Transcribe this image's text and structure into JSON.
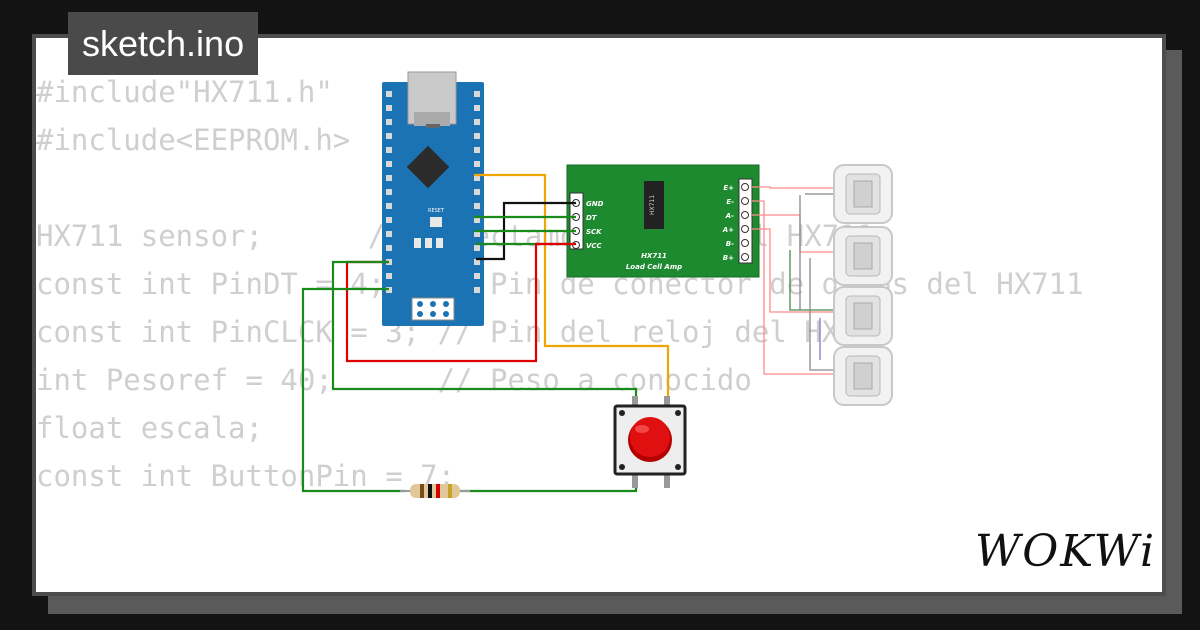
{
  "header": {
    "title": "sketch.ino"
  },
  "code_lines": [
    "#include\"HX711.h\"",
    "#include<EEPROM.h>",
    "",
    "HX711 sensor;      // Conectamos sensor al HX711",
    "const int PinDT = 4;   // Pin de conector de datos del HX711",
    "const int PinCLCK = 3; // Pin del reloj del HX711",
    "int Pesoref = 40;      // Peso a conocido",
    "float escala;",
    "const int ButtonPin = 7;"
  ],
  "hx711": {
    "chip_label": "HX711",
    "board_name": "HX711",
    "board_subtitle": "Load Cell Amp",
    "left_pins": [
      "GND",
      "DT",
      "SCK",
      "VCC"
    ],
    "right_pins": [
      "E+",
      "E-",
      "A-",
      "A+",
      "B-",
      "B+"
    ]
  },
  "arduino": {
    "reset_label": "RESET"
  },
  "colors": {
    "wire_orange": "#f0a500",
    "wire_black": "#111111",
    "wire_green": "#1a8a1a",
    "wire_red": "#e00000",
    "board_blue": "#1c73b3",
    "board_green": "#1e8a30",
    "button_red": "#e01010"
  },
  "brand": {
    "logo": "WOKWi"
  }
}
